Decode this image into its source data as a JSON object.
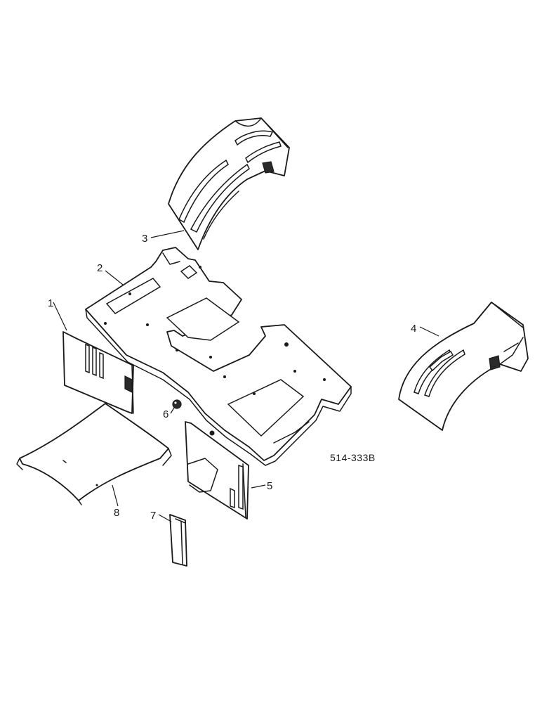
{
  "diagram": {
    "reference_code": "514-333B",
    "callouts": [
      {
        "id": "1",
        "label": "1"
      },
      {
        "id": "2",
        "label": "2"
      },
      {
        "id": "3",
        "label": "3"
      },
      {
        "id": "4",
        "label": "4"
      },
      {
        "id": "5",
        "label": "5"
      },
      {
        "id": "6",
        "label": "6"
      },
      {
        "id": "7",
        "label": "7"
      },
      {
        "id": "8",
        "label": "8"
      }
    ]
  }
}
